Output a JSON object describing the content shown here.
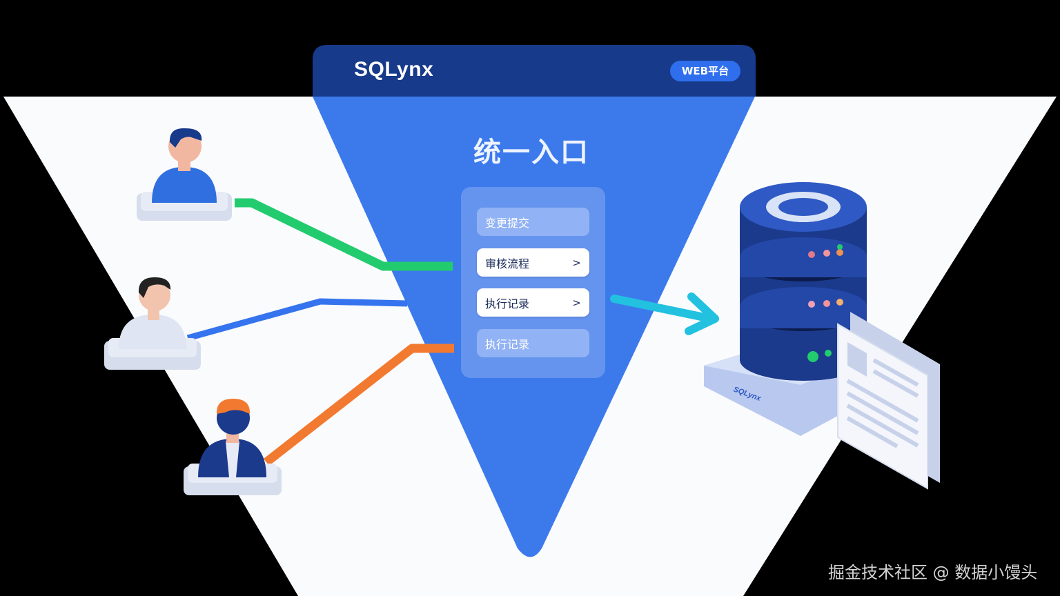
{
  "app": {
    "brand": "SQLynx",
    "badge": "WEB平台",
    "heading": "统一入口"
  },
  "menu": {
    "items": [
      {
        "label": "变更提交",
        "highlighted": false,
        "chevron": ""
      },
      {
        "label": "审核流程",
        "highlighted": true,
        "chevron": ">"
      },
      {
        "label": "执行记录",
        "highlighted": true,
        "chevron": ">"
      },
      {
        "label": "执行记录",
        "highlighted": false,
        "chevron": ""
      }
    ]
  },
  "users": [
    {
      "icon": "user-avatar-icon",
      "connector_color": "#22cc6e"
    },
    {
      "icon": "user-avatar-icon",
      "connector_color": "#3574ee"
    },
    {
      "icon": "user-avatar-icon",
      "connector_color": "#f27a30"
    }
  ],
  "database": {
    "icon": "database-server-icon",
    "base_label": "SQLynx",
    "arrow_color": "#22c1e0"
  },
  "document": {
    "icon": "document-stack-icon"
  },
  "colors": {
    "background": "#000000",
    "funnel": "#3c7aec",
    "header": "#173a8a",
    "accent_badge": "#2f6fee"
  },
  "watermark": "掘金技术社区 @ 数据小馒头"
}
